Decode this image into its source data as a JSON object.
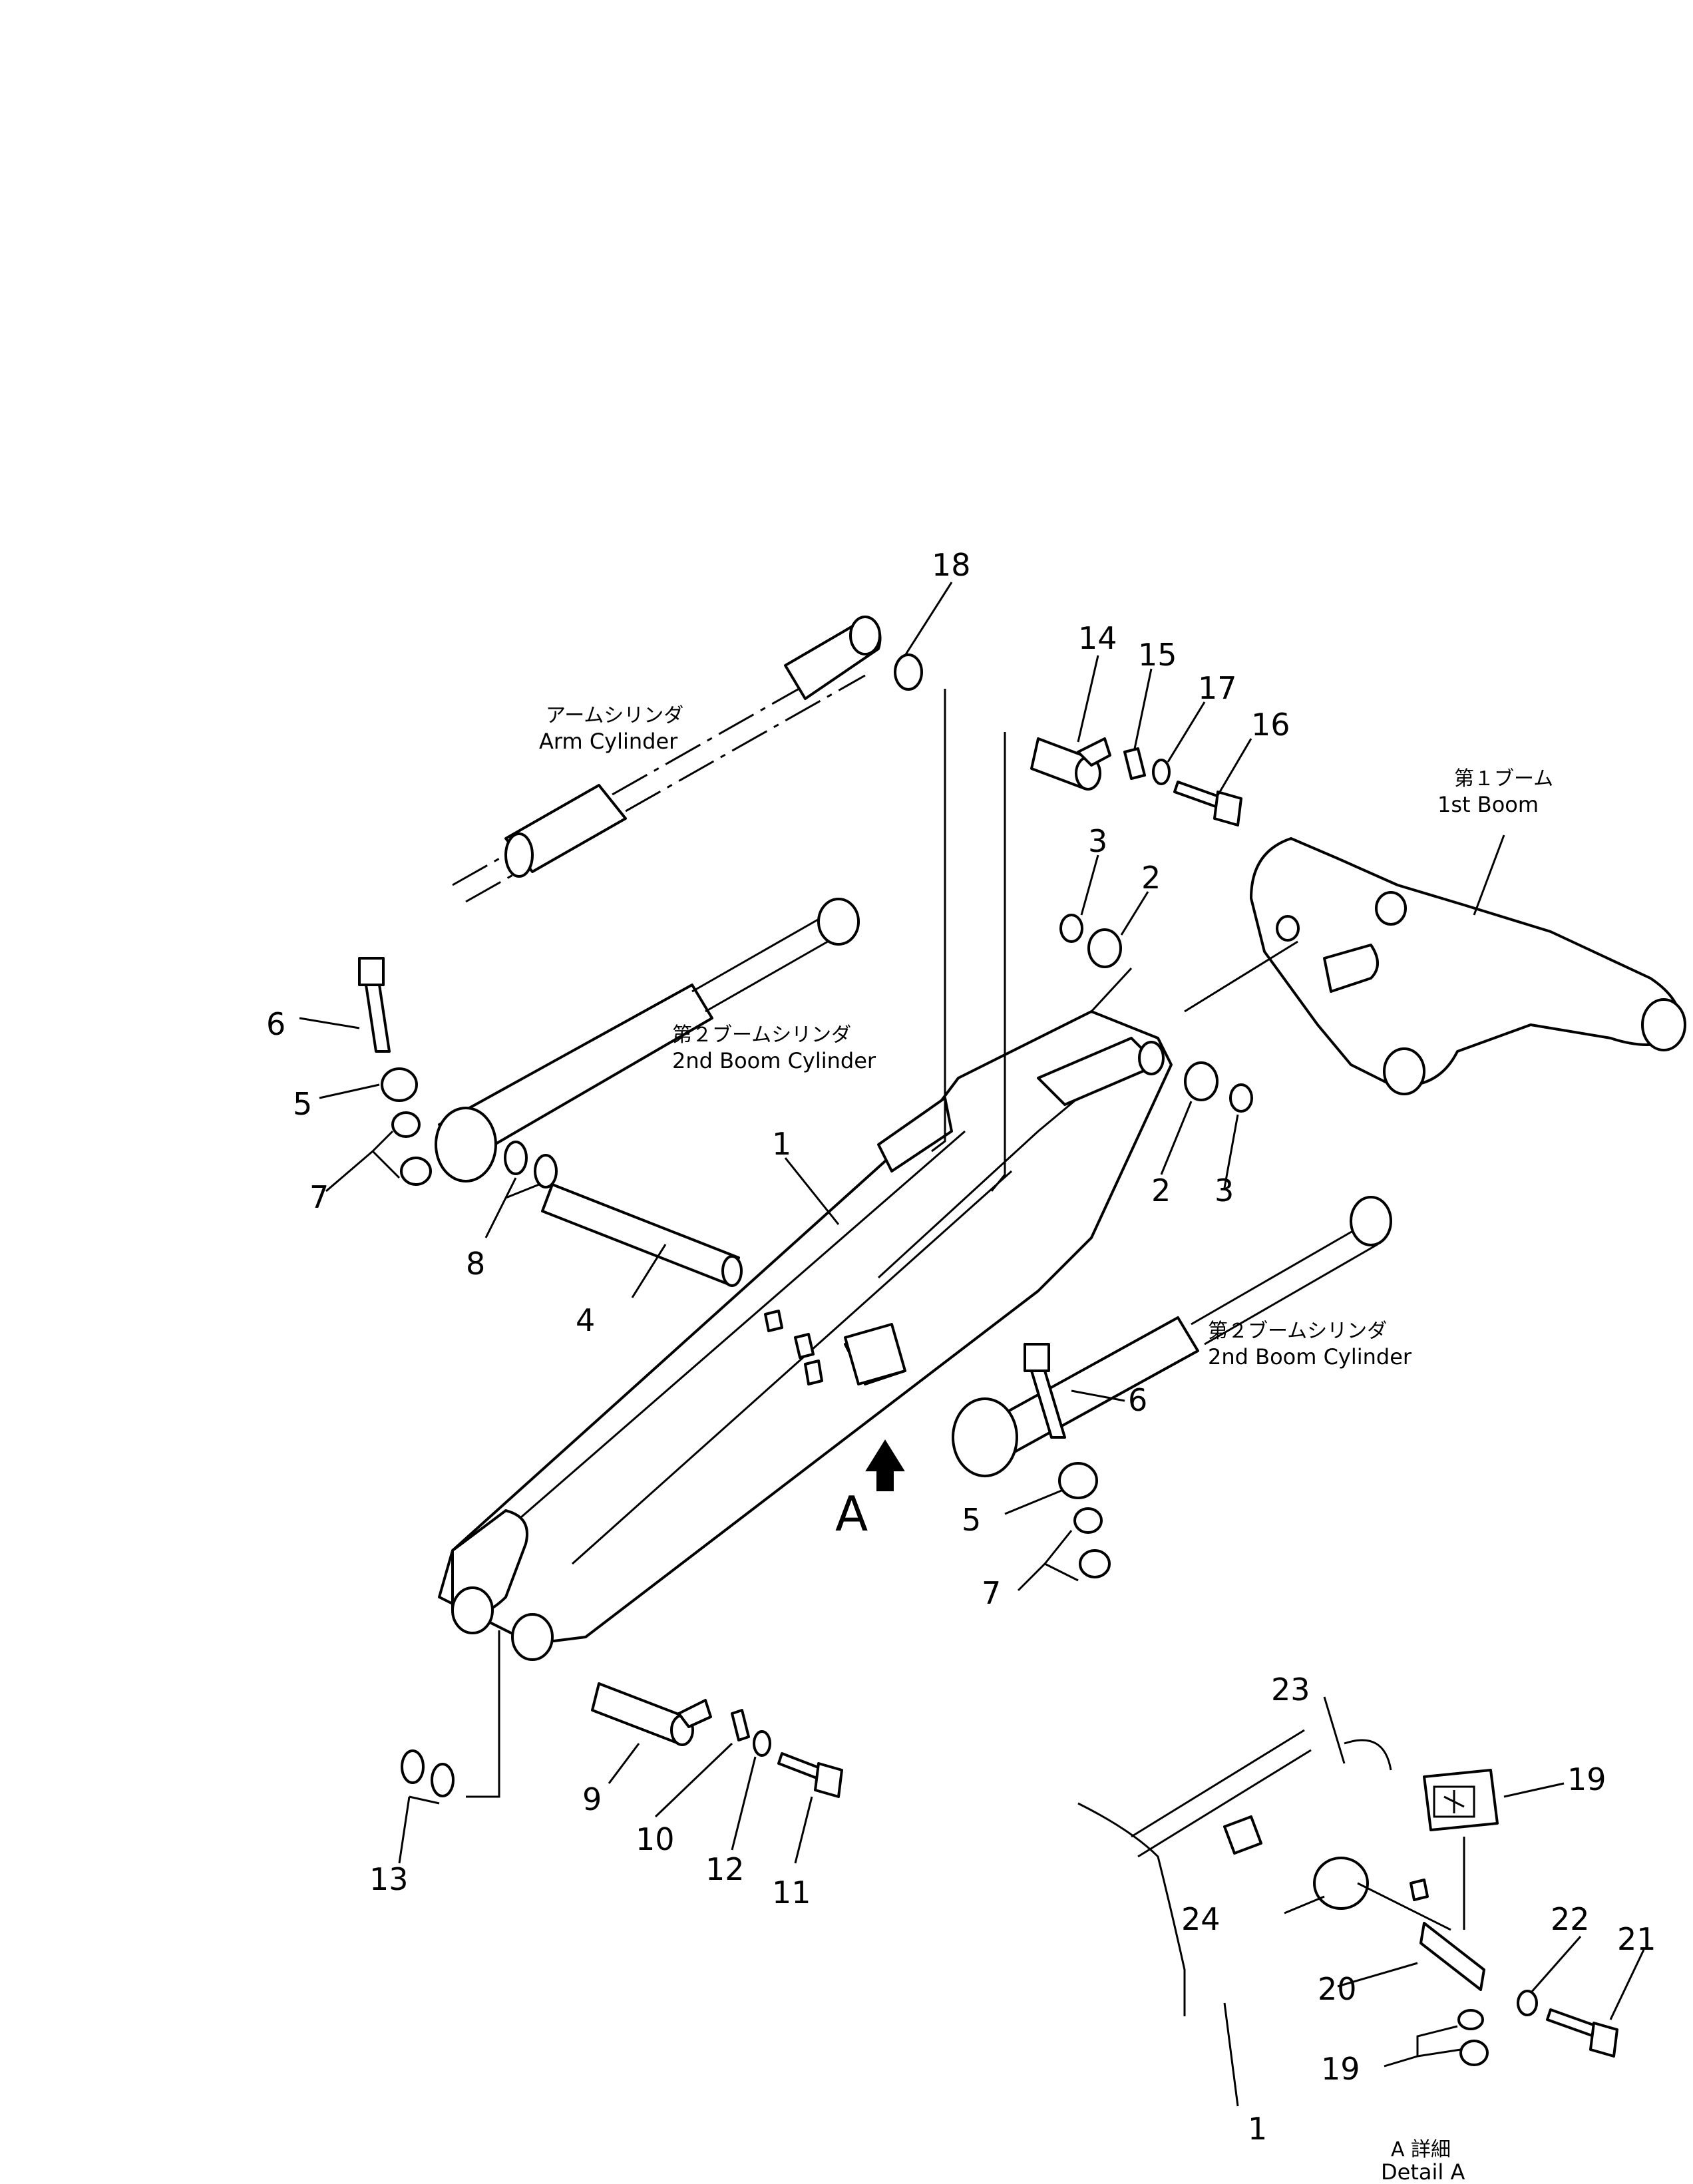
{
  "callouts": {
    "n1": "1",
    "n2a": "2",
    "n2b": "2",
    "n3a": "3",
    "n3b": "3",
    "n4": "4",
    "n5a": "5",
    "n5b": "5",
    "n6a": "6",
    "n6b": "6",
    "n7a": "7",
    "n7b": "7",
    "n8": "8",
    "n9": "9",
    "n10": "10",
    "n11": "11",
    "n12": "12",
    "n13": "13",
    "n14": "14",
    "n15": "15",
    "n16": "16",
    "n17": "17",
    "n18": "18",
    "n19a": "19",
    "n19b": "19",
    "n20": "20",
    "n21": "21",
    "n22": "22",
    "n23": "23",
    "n24": "24",
    "n1d": "1"
  },
  "labels": {
    "arm_cyl_jp": "アームシリンダ",
    "arm_cyl_en": "Arm Cylinder",
    "boom2_jp_a": "第２ブームシリンダ",
    "boom2_en_a": "2nd Boom Cylinder",
    "boom2_jp_b": "第２ブームシリンダ",
    "boom2_en_b": "2nd Boom Cylinder",
    "boom1_jp": "第１ブーム",
    "boom1_en": "1st Boom",
    "view_a": "A",
    "detail_jp": "A 詳細",
    "detail_en": "Detail A"
  }
}
